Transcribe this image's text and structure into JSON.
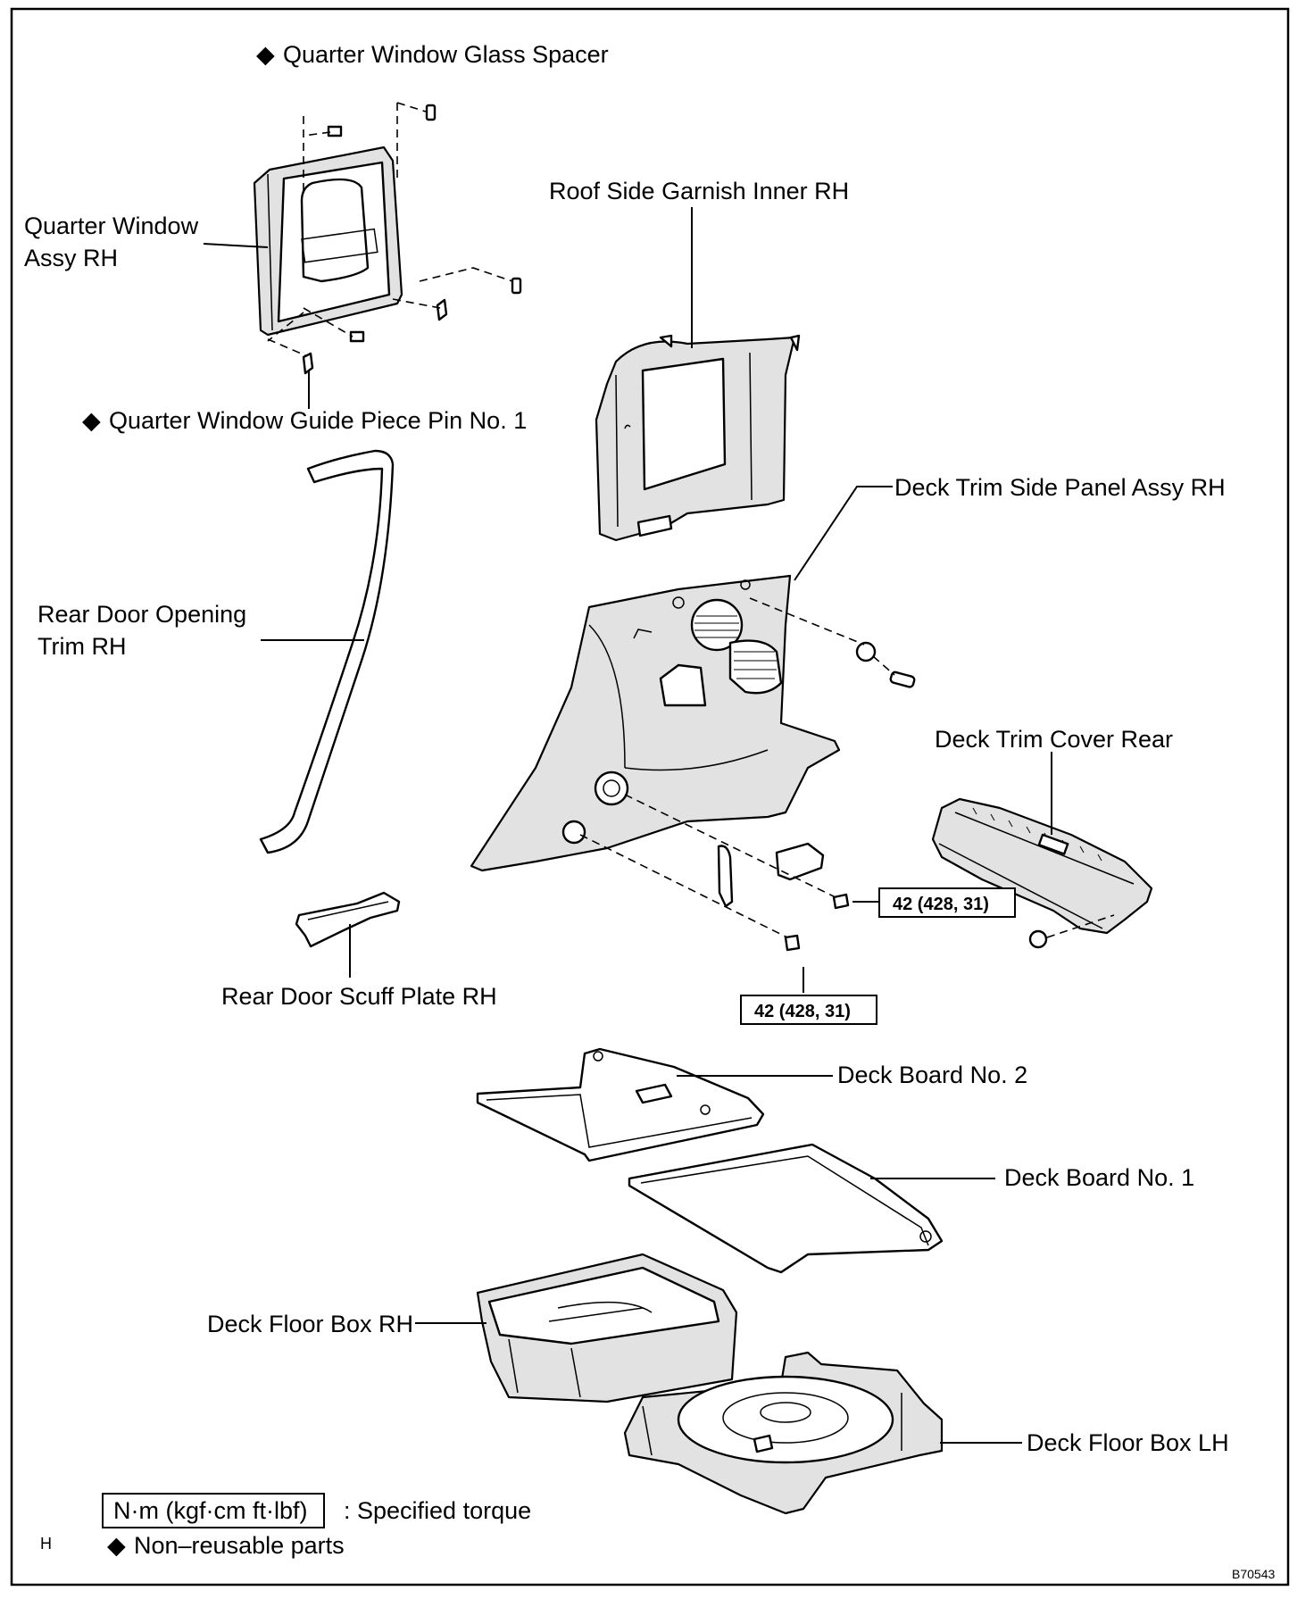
{
  "labels": {
    "glass_spacer": "Quarter Window Glass Spacer",
    "quarter_window_line1": "Quarter Window",
    "quarter_window_line2": "Assy RH",
    "guide_pin": "Quarter Window Guide Piece Pin No. 1",
    "roof_side_garnish": "Roof Side Garnish Inner RH",
    "deck_trim_side_panel": "Deck Trim Side Panel Assy RH",
    "rear_door_trim_line1": "Rear Door Opening",
    "rear_door_trim_line2": "Trim RH",
    "deck_trim_cover_rear": "Deck Trim Cover Rear",
    "rear_door_scuff": "Rear Door Scuff Plate RH",
    "deck_board_2": "Deck Board No. 2",
    "deck_board_1": "Deck Board No. 1",
    "deck_floor_box_rh": "Deck Floor Box RH",
    "deck_floor_box_lh": "Deck Floor Box LH"
  },
  "torque": {
    "value_1": "42 (428, 31)",
    "value_2": "42 (428, 31)"
  },
  "legend": {
    "torque_unit": "N·m (kgf·cm ft·lbf)",
    "torque_text": ": Specified torque",
    "nonreusable_text": "Non–reusable parts"
  },
  "marks": {
    "diamond": "◆",
    "corner_letter": "H",
    "figure_id": "B70543"
  }
}
